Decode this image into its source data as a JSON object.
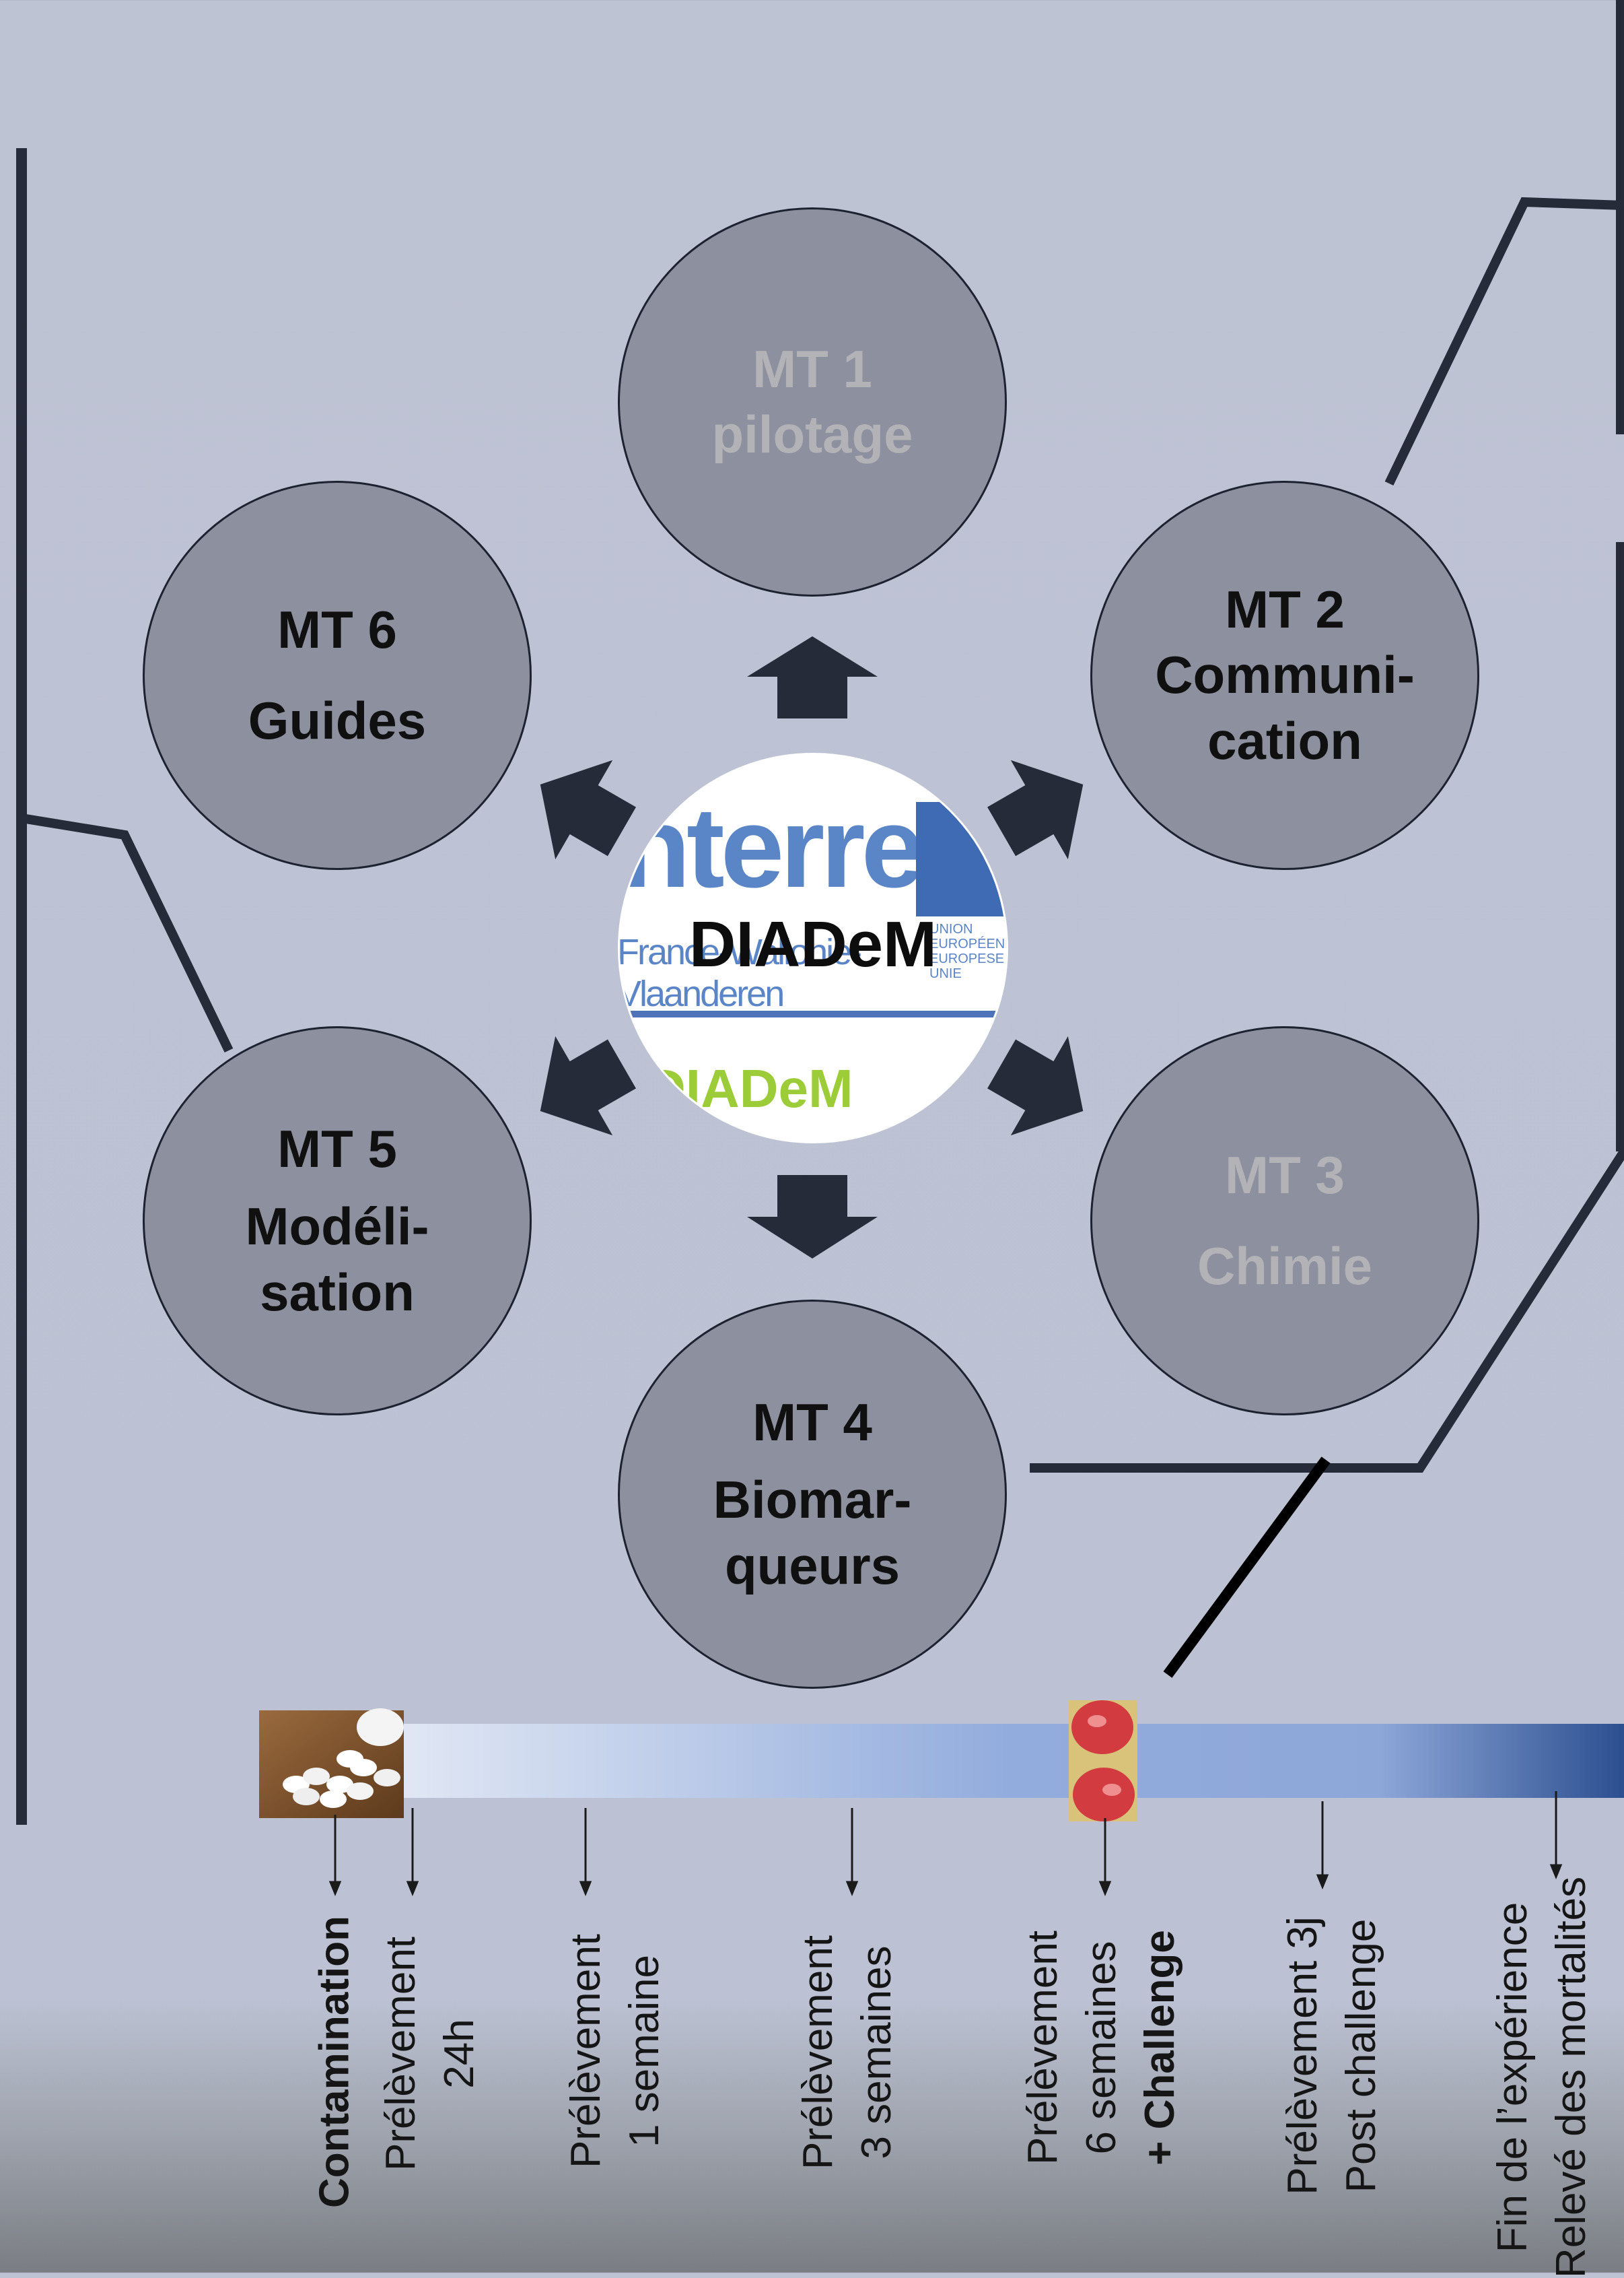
{
  "diagram": {
    "center": {
      "title": "DIADeM",
      "logo_text": "interreg",
      "logo_subtext": "France-Wallonie-Vlaanderen",
      "logo_eu_line1": "UNION EUROPÉENNE",
      "logo_eu_line2": "EUROPESE UNIE",
      "logo_project": "DIADeM"
    },
    "modules": [
      {
        "id": "MT 1",
        "name": "pilotage",
        "highlighted": false
      },
      {
        "id": "MT 2",
        "name": "Communi-\ncation",
        "highlighted": true
      },
      {
        "id": "MT 3",
        "name": "Chimie",
        "highlighted": false
      },
      {
        "id": "MT 4",
        "name": "Biomar-\nqueurs",
        "highlighted": true
      },
      {
        "id": "MT 5",
        "name": "Modéli-\nsation",
        "highlighted": true
      },
      {
        "id": "MT 6",
        "name": "Guides",
        "highlighted": true
      }
    ],
    "colors": {
      "circle_fill": "#8d909e",
      "arrow": "#252b38",
      "line": "#252b38",
      "faded_text": "#b3b3b7",
      "timeline_end": "#2c4f90"
    }
  },
  "timeline": {
    "events": [
      {
        "line1": "Contamination",
        "line2": "",
        "line3": ""
      },
      {
        "line1": "Prélèvement",
        "line2": "24h",
        "line3": ""
      },
      {
        "line1": "Prélèvement",
        "line2": "1 semaine",
        "line3": ""
      },
      {
        "line1": "Prélèvement",
        "line2": "3 semaines",
        "line3": ""
      },
      {
        "line1": "Prélèvement",
        "line2": "6 semaines",
        "line3": "+ Challenge"
      },
      {
        "line1": "Prélèvement 3j",
        "line2": "Post challenge",
        "line3": ""
      },
      {
        "line1": "Fin de l’expérience",
        "line2": "Relevé des mortalités",
        "line3": ""
      }
    ]
  }
}
